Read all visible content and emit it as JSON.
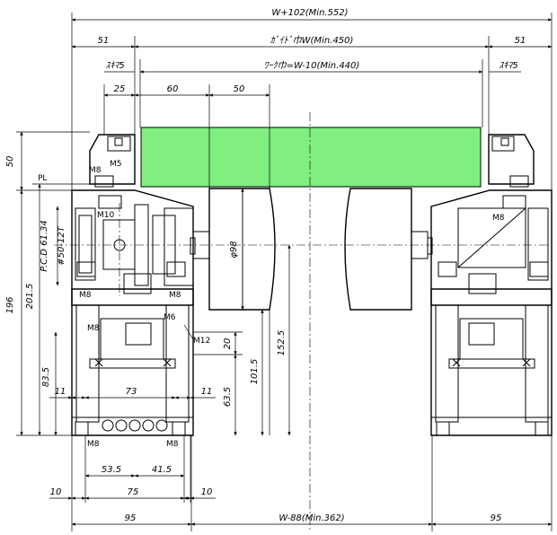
{
  "colors": {
    "work_piece": "#80ee80",
    "line": "#000000",
    "background": "#ffffff"
  },
  "dimensions": {
    "total_width": "W+102(Min.552)",
    "guide_width": "ｶﾞｲﾄﾞ巾W(Min.450)",
    "work_width": "ﾜｰｸ巾=W-10(Min.440)",
    "left_51": "51",
    "right_51": "51",
    "left_clearance": "ｽｷﾏ5",
    "right_clearance": "ｽｷﾏ5",
    "dim_25": "25",
    "dim_60": "60",
    "dim_50": "50",
    "dim_50_vertical": "50",
    "dim_196": "196",
    "dim_201_5": "201.5",
    "dim_pcd": "P.C.D 61.34",
    "dim_sprocket": "#50-12T",
    "dim_roller_dia": "φ98",
    "dim_152_5": "152.5",
    "dim_101_5": "101.5",
    "dim_63_5": "63.5",
    "dim_20": "20",
    "dim_83_5": "83.5",
    "dim_11_left": "11",
    "dim_73": "73",
    "dim_11_right": "11",
    "dim_53_5": "53.5",
    "dim_41_5": "41.5",
    "dim_10_left": "10",
    "dim_75": "75",
    "dim_10_right": "10",
    "dim_95_left": "95",
    "dim_inner": "W-88(Min.362)",
    "dim_95_right": "95"
  },
  "labels": {
    "pl": "PL",
    "m8_top": "M8",
    "m5": "M5",
    "m10": "M10",
    "m8_left_mid": "M8",
    "m8_center_mid": "M8",
    "m8_left_lower": "M8",
    "m6": "M6",
    "m12": "M12",
    "m8_bottom_left": "M8",
    "m8_bottom_right": "M8",
    "m8_right": "M8"
  }
}
